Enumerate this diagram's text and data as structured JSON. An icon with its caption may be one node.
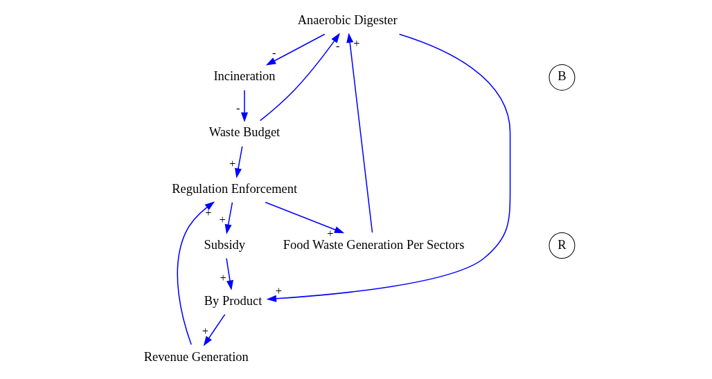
{
  "diagram": {
    "nodes": [
      {
        "text": [
          "Anaerobic Digester"
        ]
      },
      {
        "text": [
          "Incineration"
        ]
      },
      {
        "text": [
          "B"
        ]
      },
      {
        "text": [
          "R"
        ]
      },
      {
        "text": [
          "By Product"
        ]
      },
      {
        "text": [
          "Food Waste Generation Per Sectors"
        ]
      },
      {
        "text": [
          "Subsidy"
        ]
      },
      {
        "text": [
          "Waste Budget"
        ]
      },
      {
        "text": [
          "Revenue Generation"
        ]
      },
      {
        "text": [
          "Regulation Enforcement"
        ]
      }
    ],
    "edges": [
      {
        "from": 0,
        "to": 1,
        "arrow": "to",
        "label": "-"
      },
      {
        "from": 0,
        "to": 4,
        "arrow": "to",
        "label": "+"
      },
      {
        "from": 1,
        "to": 7,
        "arrow": "to",
        "label": "-"
      },
      {
        "from": 7,
        "to": 0,
        "arrow": "to",
        "label": "-"
      },
      {
        "from": 5,
        "to": 0,
        "arrow": "to",
        "label": "+"
      },
      {
        "from": 6,
        "to": 4,
        "arrow": "to",
        "label": "+"
      },
      {
        "from": 4,
        "to": 8,
        "arrow": "to",
        "label": "+"
      },
      {
        "from": 8,
        "to": 9,
        "arrow": "to",
        "label": "+"
      },
      {
        "from": 7,
        "to": 9,
        "arrow": "to",
        "label": "+"
      },
      {
        "from": 9,
        "to": 5,
        "arrow": "to",
        "label": "+"
      },
      {
        "from": 9,
        "to": 6,
        "arrow": "to",
        "label": "+"
      }
    ]
  }
}
